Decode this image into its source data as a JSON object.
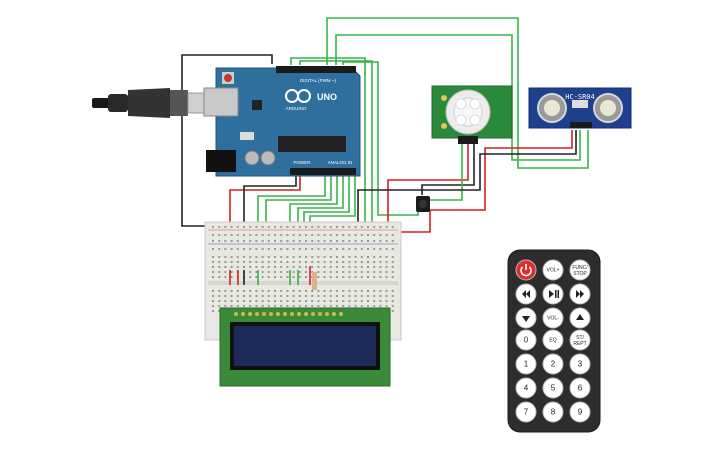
{
  "arduino": {
    "brand": "ARDUINO",
    "model": "UNO",
    "digital_label": "DIGITAL (PWM ~)",
    "power_label": "POWER",
    "analog_label": "ANALOG IN"
  },
  "ultrasonic": {
    "label": "HC-SR04"
  },
  "remote": {
    "buttons": [
      {
        "label": "",
        "icon": "power-icon",
        "accent": "#e32b2b"
      },
      {
        "label": "VOL+"
      },
      {
        "label": "FUNC/ STOP"
      },
      {
        "label": "",
        "icon": "rewind-icon"
      },
      {
        "label": "",
        "icon": "play-pause-icon"
      },
      {
        "label": "",
        "icon": "fast-forward-icon"
      },
      {
        "label": "",
        "icon": "down-arrow-icon"
      },
      {
        "label": "VOL-"
      },
      {
        "label": "",
        "icon": "up-arrow-icon"
      },
      {
        "label": "0"
      },
      {
        "label": "EQ"
      },
      {
        "label": "ST/ REPT"
      },
      {
        "label": "1"
      },
      {
        "label": "2"
      },
      {
        "label": "3"
      },
      {
        "label": "4"
      },
      {
        "label": "5"
      },
      {
        "label": "6"
      },
      {
        "label": "7"
      },
      {
        "label": "8"
      },
      {
        "label": "9"
      }
    ]
  },
  "colors": {
    "arduino_blue": "#2e6f9e",
    "pir_green": "#2a8a3c",
    "sonar_blue": "#1f3f8f",
    "lcd_green": "#3a8a3a",
    "lcd_screen": "#1e2a5a",
    "wire_green": "#36b34a",
    "wire_red": "#d42020",
    "wire_black": "#222222",
    "remote_body": "#2d2d2d"
  }
}
